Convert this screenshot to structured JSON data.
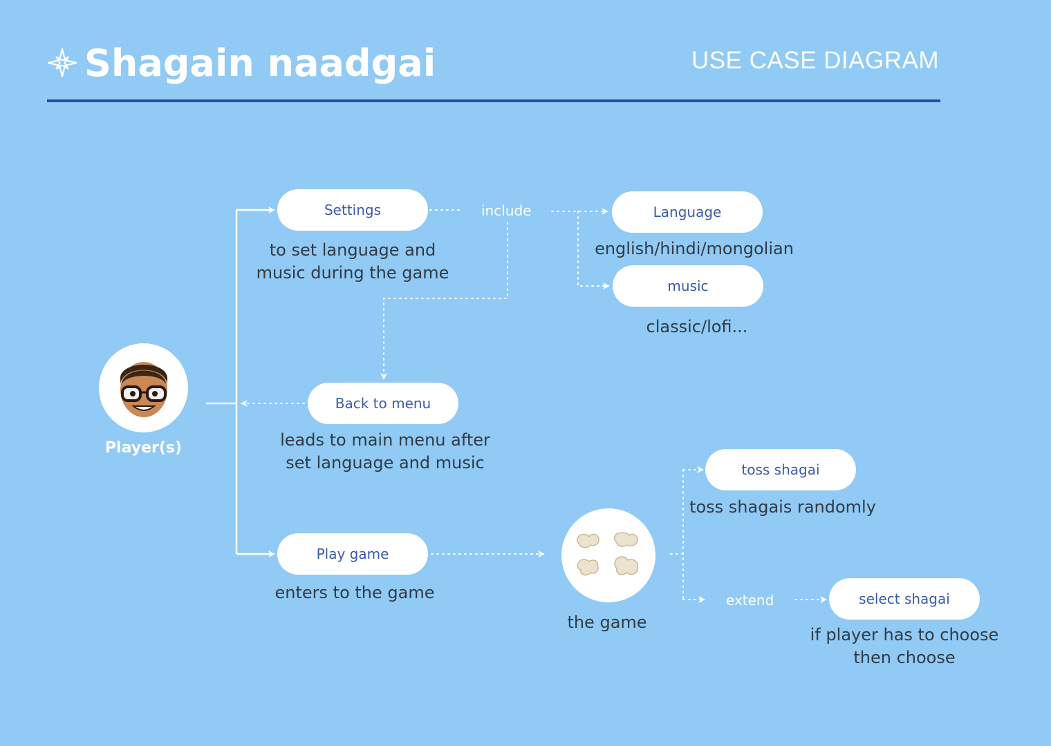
{
  "header": {
    "title": "Shagain naadgai",
    "subtitle": "USE CASE DIAGRAM",
    "logo_icon": "compass-star-icon"
  },
  "actor": {
    "label": "Player(s)",
    "avatar_icon": "person-with-glasses-avatar"
  },
  "use_cases": {
    "settings": {
      "label": "Settings",
      "desc_line1": "to set language and",
      "desc_line2": "music during the game"
    },
    "language": {
      "label": "Language",
      "desc": "english/hindi/mongolian"
    },
    "music": {
      "label": "music",
      "desc": "classic/lofi..."
    },
    "back_to_menu": {
      "label": "Back to menu",
      "desc_line1": "leads to main menu after",
      "desc_line2": "set language and music"
    },
    "play_game": {
      "label": "Play game",
      "desc": "enters to the game"
    },
    "the_game": {
      "label": "the game",
      "image_icon": "shagai-bones-image"
    },
    "toss_shagai": {
      "label": "toss shagai",
      "desc": "toss shagais randomly"
    },
    "select_shagai": {
      "label": "select shagai",
      "desc_line1": "if player has to choose",
      "desc_line2": "then choose"
    }
  },
  "relations": {
    "include": "include",
    "extend": "extend"
  },
  "colors": {
    "background": "#90caf5",
    "rule": "#1f4fa5",
    "pill_text": "#3a5aa8",
    "desc_text": "#333a44",
    "connector": "#ffffff"
  }
}
